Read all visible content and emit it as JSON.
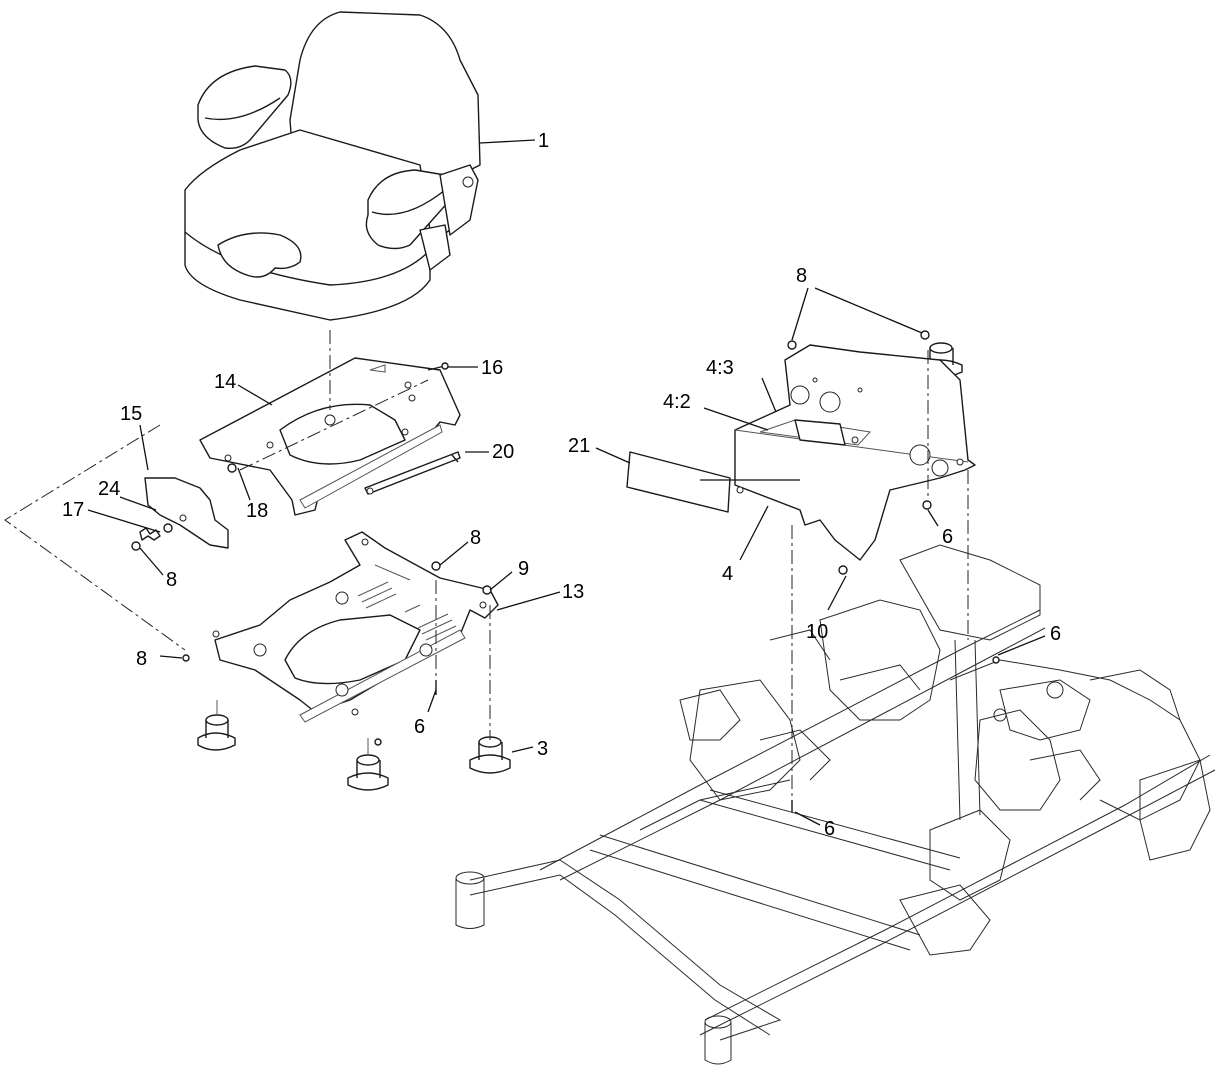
{
  "diagram": {
    "callouts": {
      "c1": "1",
      "c3": "3",
      "c4": "4",
      "c4_2": "4:2",
      "c4_3": "4:3",
      "c6a": "6",
      "c6b": "6",
      "c6c": "6",
      "c6d": "6",
      "c8a": "8",
      "c8b": "8",
      "c8c": "8",
      "c8d": "8",
      "c9": "9",
      "c10": "10",
      "c13": "13",
      "c14": "14",
      "c15": "15",
      "c16": "16",
      "c17": "17",
      "c18": "18",
      "c20": "20",
      "c21": "21",
      "c24": "24"
    }
  }
}
